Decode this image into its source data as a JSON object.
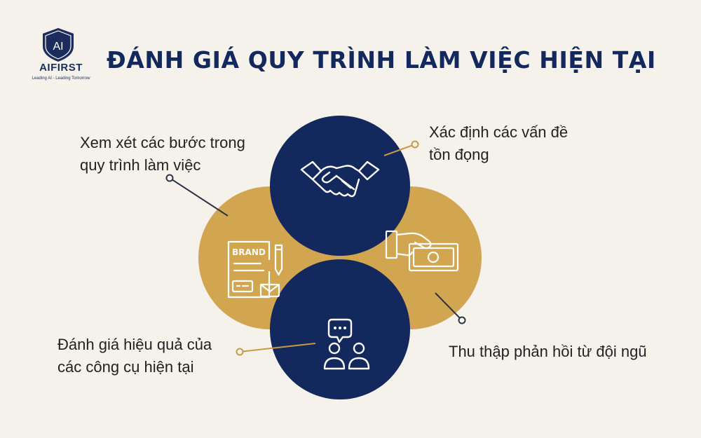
{
  "logo": {
    "mark": "AI",
    "name": "AIFIRST",
    "tagline": "Leading AI - Leading Tomorrow"
  },
  "title": "ĐÁNH GIÁ QUY TRÌNH LÀM VIỆC HIỆN TẠI",
  "colors": {
    "navy": "#13285c",
    "gold": "#d2a550",
    "background": "#f5f2ec"
  },
  "items": [
    {
      "line1": "Xem xét các bước trong",
      "line2": "quy trình làm việc",
      "icon": "brand-document-icon",
      "color": "gold"
    },
    {
      "line1": "Xác định các vấn đề",
      "line2": "tồn đọng",
      "icon": "handshake-icon",
      "color": "navy"
    },
    {
      "line1": "Thu thập phản hồi từ đội ngũ",
      "line2": "",
      "icon": "hand-money-icon",
      "color": "gold"
    },
    {
      "line1": "Đánh giá hiệu quả của",
      "line2": "các công cụ hiện tại",
      "icon": "users-chat-icon",
      "color": "navy"
    }
  ],
  "icon_text": {
    "brand": "BRAND"
  }
}
